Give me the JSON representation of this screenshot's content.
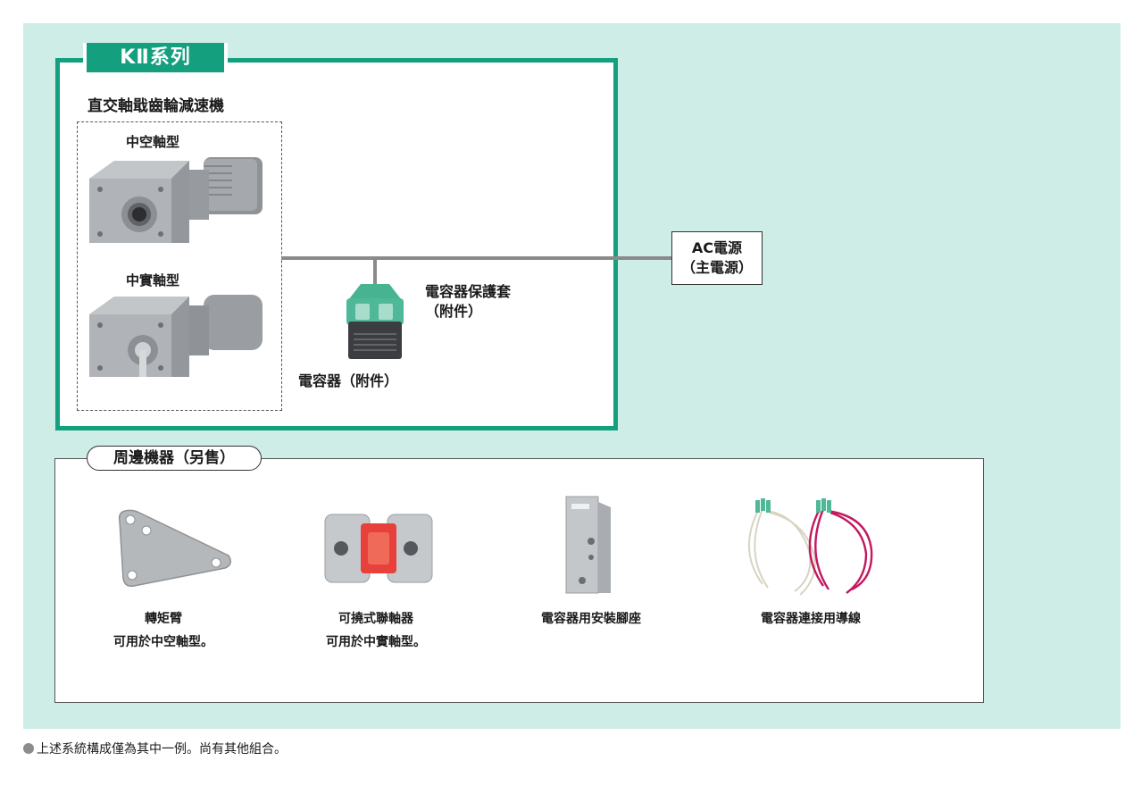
{
  "series": {
    "tag": "KⅡ系列",
    "subtitle": "直交軸戢齒輪減速機",
    "hollow_label": "中空軸型",
    "solid_label": "中實軸型",
    "cap_cover_label_1": "電容器保護套",
    "cap_cover_label_2": "（附件）",
    "capacitor_label": "電容器（附件）"
  },
  "power": {
    "line1": "AC電源",
    "line2": "（主電源）"
  },
  "peripherals": {
    "tab": "周邊機器（另售）",
    "items": [
      {
        "line1": "轉矩臂",
        "line2": "可用於中空軸型。"
      },
      {
        "line1": "可撓式聯軸器",
        "line2": "可用於中實軸型。"
      },
      {
        "line1": "電容器用安裝腳座",
        "line2": ""
      },
      {
        "line1": "電容器連接用導線",
        "line2": ""
      }
    ]
  },
  "note": "上述系統構成僅為其中一例。尚有其他組合。",
  "colors": {
    "accent": "#14a07e",
    "panel_bg": "#cdede6",
    "line": "#8a8a8a"
  }
}
